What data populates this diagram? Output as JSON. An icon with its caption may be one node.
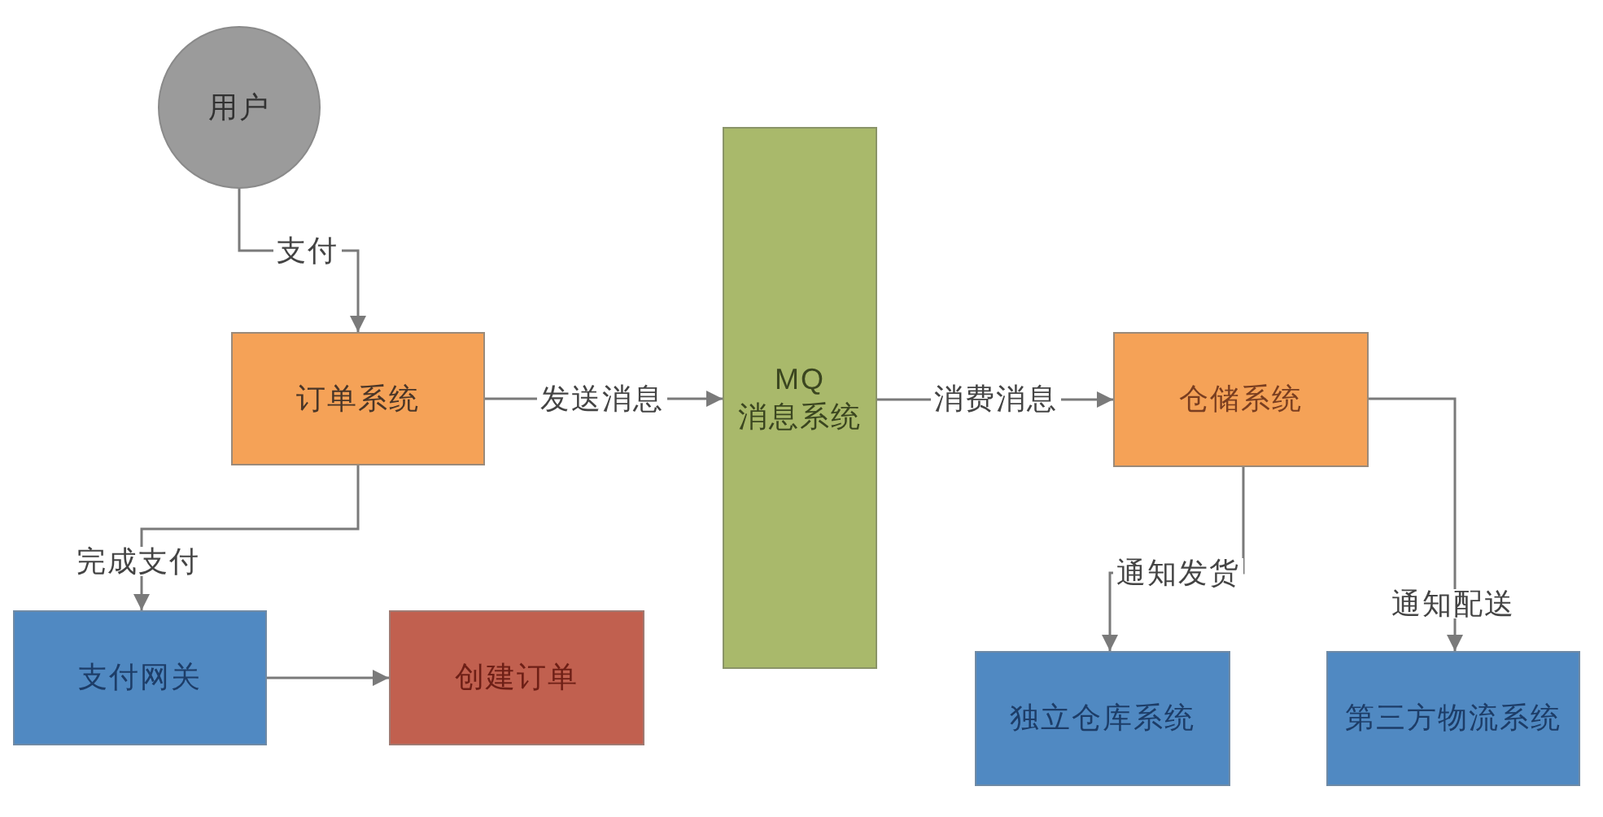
{
  "diagram": {
    "nodes": [
      {
        "text": [
          "用户"
        ]
      },
      {
        "text": [
          "订单系统"
        ]
      },
      {
        "text": [
          "MQ 消息系统"
        ]
      },
      {
        "text": [
          "仓储系统"
        ]
      },
      {
        "text": [
          "支付网关"
        ]
      },
      {
        "text": [
          "创建订单"
        ]
      },
      {
        "text": [
          "独立仓库系统"
        ]
      },
      {
        "text": [
          "第三方物流系统"
        ]
      }
    ],
    "edges": [
      {
        "from": 0,
        "to": 1,
        "arrow": "to",
        "label": "支付"
      },
      {
        "from": 1,
        "to": 2,
        "arrow": "to",
        "label": "发送消息"
      },
      {
        "from": 2,
        "to": 3,
        "arrow": "to",
        "label": "消费消息"
      },
      {
        "from": 1,
        "to": 4,
        "arrow": "to",
        "label": "完成支付"
      },
      {
        "from": 4,
        "to": 5,
        "arrow": "to"
      },
      {
        "from": 3,
        "to": 6,
        "arrow": "to",
        "label": "通知发货"
      },
      {
        "from": 3,
        "to": 7,
        "arrow": "to",
        "label": "通知配送"
      }
    ]
  }
}
